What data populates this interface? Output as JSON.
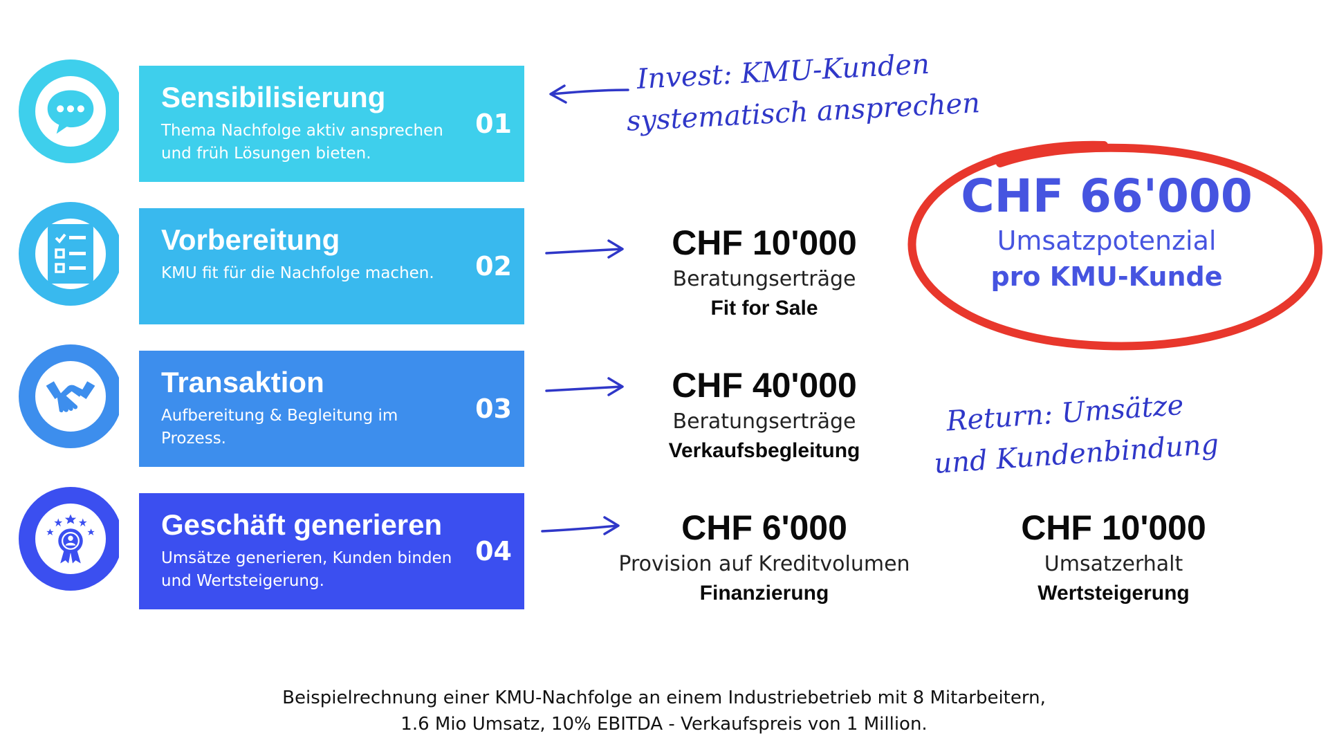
{
  "steps": [
    {
      "title": "Sensibilisierung",
      "desc": "Thema Nachfolge aktiv ansprechen\nund früh Lösungen bieten.",
      "number": "01",
      "color": "#3ecfec",
      "icon": "chat-bubble-icon"
    },
    {
      "title": "Vorbereitung",
      "desc": "KMU fit für die Nachfolge machen.",
      "number": "02",
      "color": "#39b9ee",
      "icon": "checklist-icon"
    },
    {
      "title": "Transaktion",
      "desc": "Aufbereitung & Begleitung im Prozess.",
      "number": "03",
      "color": "#3d8eed",
      "icon": "handshake-icon"
    },
    {
      "title": "Geschäft generieren",
      "desc": "Umsätze generieren, Kunden binden\nund Wertsteigerung.",
      "number": "04",
      "color": "#3b4ff0",
      "icon": "award-badge-icon"
    }
  ],
  "amounts": [
    {
      "value": "CHF 10'000",
      "label": "Beratungserträge",
      "category": "Fit for Sale"
    },
    {
      "value": "CHF 40'000",
      "label": "Beratungserträge",
      "category": "Verkaufsbegleitung"
    },
    {
      "value": "CHF 6'000",
      "label": "Provision auf Kreditvolumen",
      "category": "Finanzierung"
    },
    {
      "value": "CHF 10'000",
      "label": "Umsatzerhalt",
      "category": "Wertsteigerung"
    }
  ],
  "total": {
    "value": "CHF 66'000",
    "label": "Umsatzpotenzial",
    "category": "pro KMU-Kunde",
    "circle_color": "#e8372c"
  },
  "annotations": {
    "invest_line1": "Invest: KMU-Kunden",
    "invest_line2": "systematisch ansprechen",
    "return_line1": "Return: Umsätze",
    "return_line2": "und Kundenbindung",
    "ink_color": "#2f37c8"
  },
  "footnote": {
    "line1": "Beispielrechnung einer KMU-Nachfolge an einem Industriebetrieb mit 8 Mitarbeitern,",
    "line2": "1.6 Mio Umsatz, 10% EBITDA - Verkaufspreis von 1 Million."
  }
}
